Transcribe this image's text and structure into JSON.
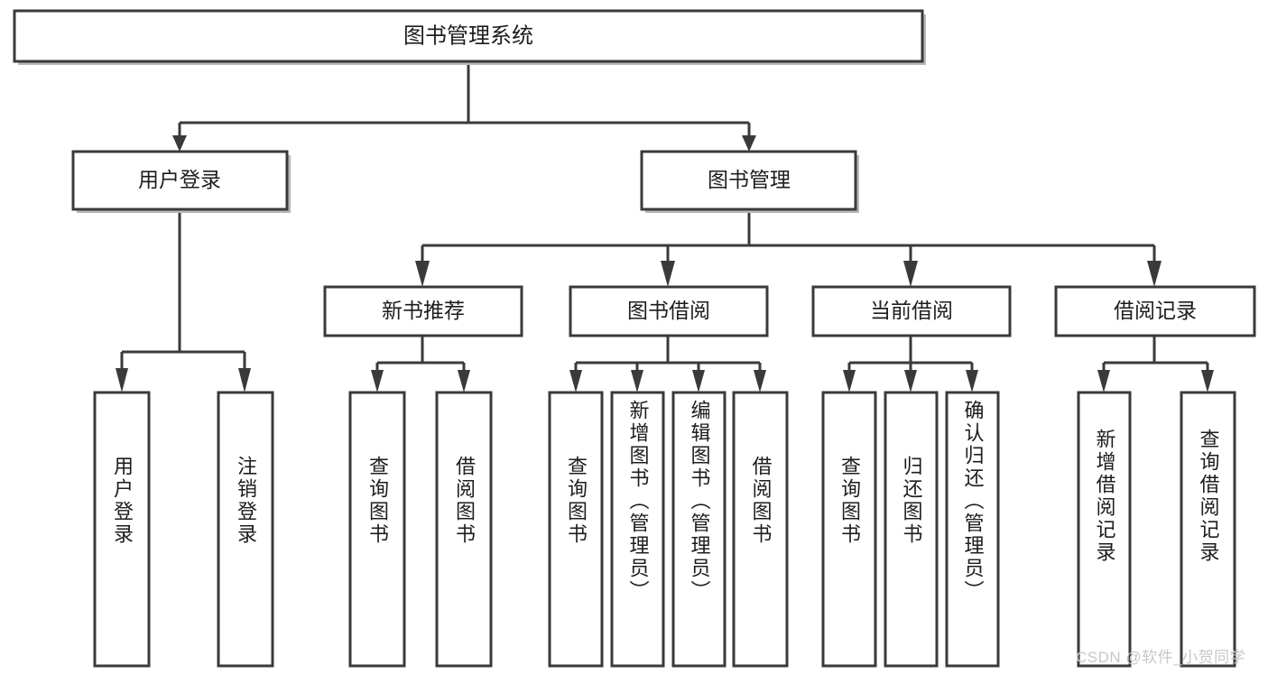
{
  "diagram": {
    "type": "tree-hierarchy",
    "title": "图书管理系统",
    "orientation": "top-down",
    "colors": {
      "stroke": "#3a3a3a",
      "fill": "#ffffff",
      "text": "#1d1d1d",
      "shadow": "#b8b8b8",
      "watermark": "#c7c7c7",
      "background": "#ffffff"
    },
    "root": {
      "label": "图书管理系统"
    },
    "level2": [
      {
        "label": "用户登录"
      },
      {
        "label": "图书管理"
      }
    ],
    "level3": [
      {
        "label": "新书推荐"
      },
      {
        "label": "图书借阅"
      },
      {
        "label": "当前借阅"
      },
      {
        "label": "借阅记录"
      }
    ],
    "leaves": {
      "user_login": [
        {
          "label": "用户登录"
        },
        {
          "label": "注销登录"
        }
      ],
      "new_book_recommend": [
        {
          "label": "查询图书"
        },
        {
          "label": "借阅图书"
        }
      ],
      "book_borrow": [
        {
          "label": "查询图书"
        },
        {
          "label": "新增图书（管理员）"
        },
        {
          "label": "编辑图书（管理员）"
        },
        {
          "label": "借阅图书"
        }
      ],
      "current_borrow": [
        {
          "label": "查询图书"
        },
        {
          "label": "归还图书"
        },
        {
          "label": "确认归还（管理员）"
        }
      ],
      "borrow_record": [
        {
          "label": "新增借阅记录"
        },
        {
          "label": "查询借阅记录"
        }
      ]
    }
  },
  "watermark": {
    "text": "CSDN @软件_小贺同学"
  }
}
